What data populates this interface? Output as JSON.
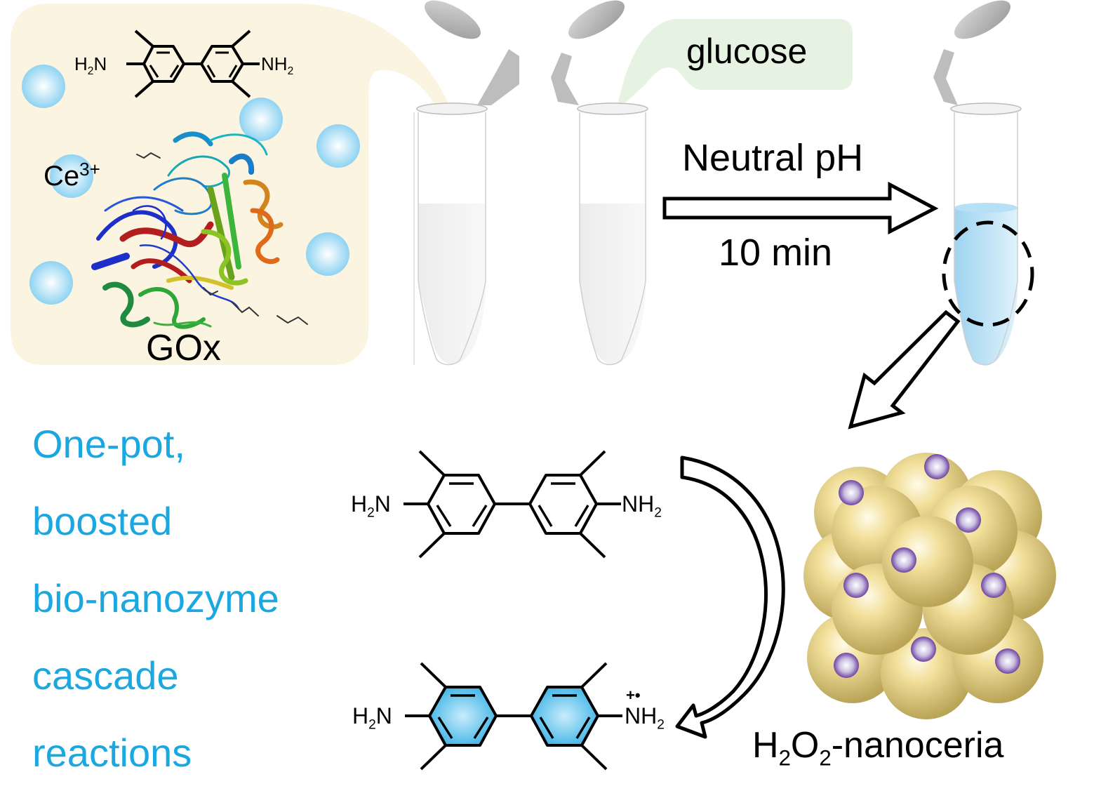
{
  "diagram": {
    "title_lines": [
      "One-pot,",
      "boosted",
      "bio-nanozyme",
      "cascade",
      "reactions"
    ],
    "reagents_panel": {
      "substrate_molecule": {
        "name": "TMB",
        "left_group": "H2N",
        "right_group": "NH2"
      },
      "ion_label": "Ce",
      "ion_charge": "3+",
      "enzyme_label": "GOx"
    },
    "tubes": [
      {
        "id": "tube-1",
        "content": "cerium/GOx/TMB mixture",
        "liquid_color": "#eeeeee"
      },
      {
        "id": "tube-2",
        "content": "glucose added",
        "liquid_color": "#eeeeee"
      },
      {
        "id": "tube-3",
        "content": "reaction product",
        "liquid_color": "#a9d8f2"
      }
    ],
    "glucose_label": "glucose",
    "reaction_arrow": {
      "condition_top": "Neutral pH",
      "condition_bottom": "10 min"
    },
    "product_label": {
      "main": "H",
      "sub1": "2",
      "o": "O",
      "sub2": "2",
      "rest": "-nanoceria"
    },
    "tmb_reduced": {
      "left_group": "H2N",
      "right_group": "NH2"
    },
    "tmb_oxidized": {
      "left_group": "H2N",
      "right_group": "NH2",
      "radical_mark": "+•"
    },
    "colors": {
      "panel_yellow": "#fbf4e0",
      "glucose_green": "#e6f2e2",
      "accent_blue": "#1ba8e0",
      "ring_blue": "#3fb4e6",
      "sphere_gold": "#e6d38a",
      "dot_purple": "#7b53a8"
    }
  }
}
